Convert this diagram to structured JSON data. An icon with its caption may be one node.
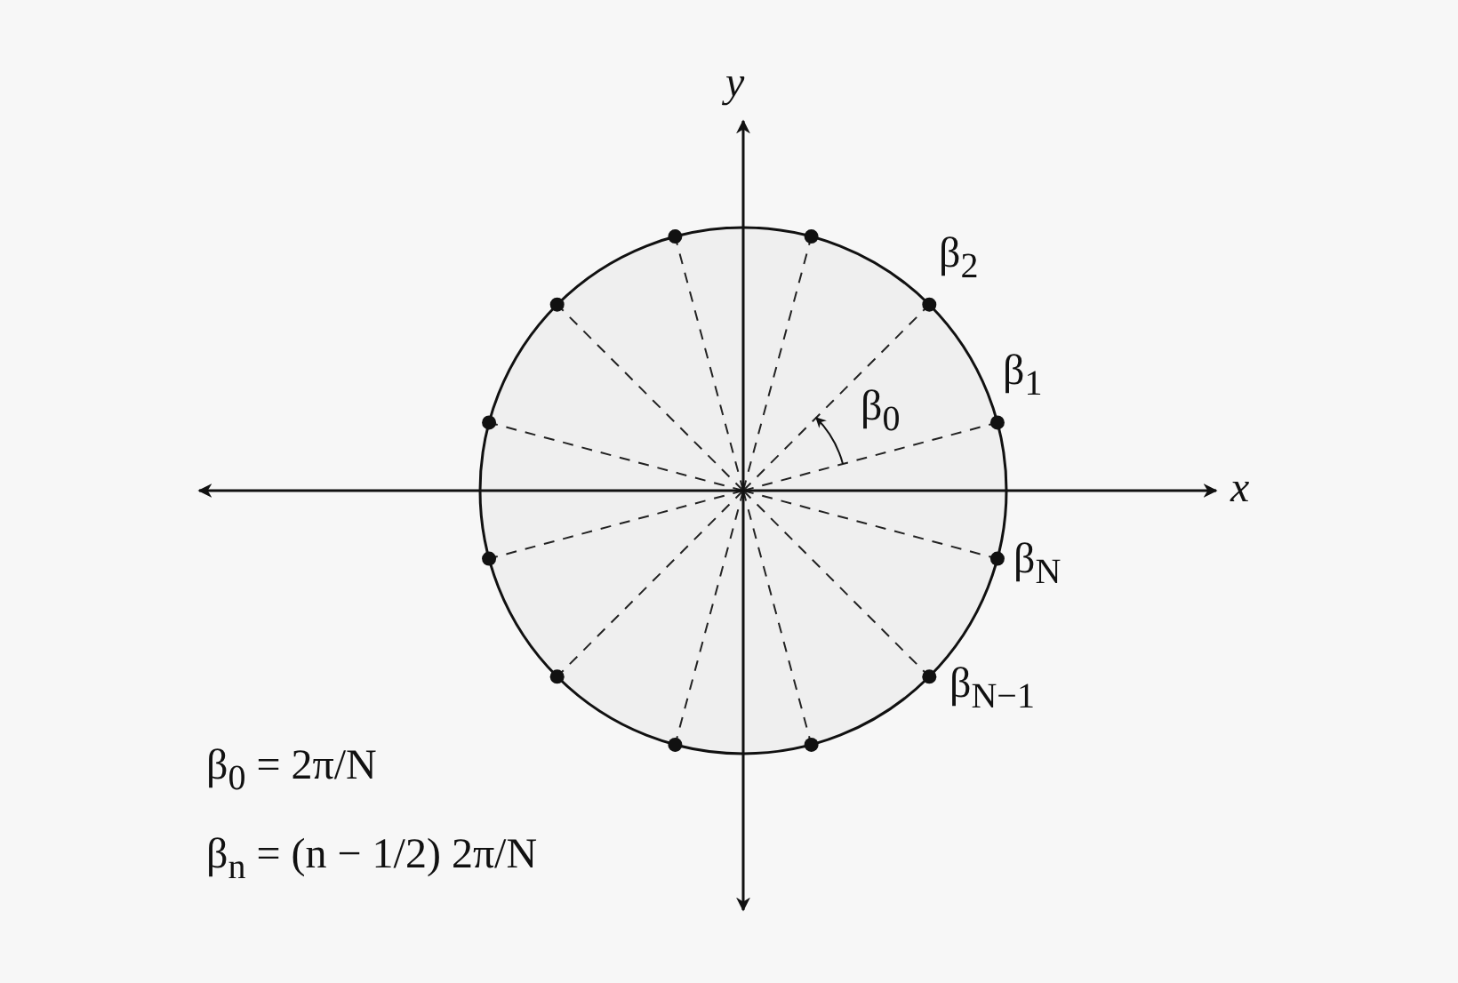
{
  "diagram": {
    "labels": [
      "y",
      "β$_{2}$",
      "β$_{1}$",
      "β$_{0}$",
      "x",
      "β$_{N}$",
      "β$_{N−1}$",
      "β$_{0}$ = 2π/N",
      "β$_{n}$ = (n − 1/2) 2π/N"
    ]
  }
}
